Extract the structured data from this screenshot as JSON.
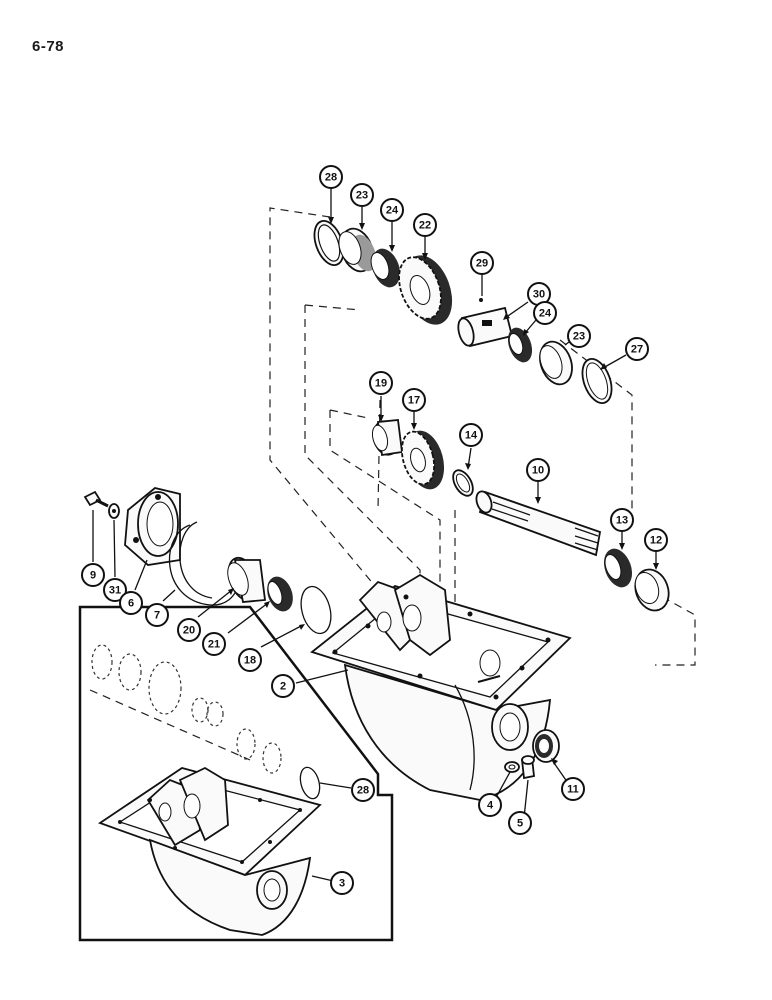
{
  "page_number": "6-78",
  "callouts": [
    {
      "id": "c28a",
      "label": "28"
    },
    {
      "id": "c23a",
      "label": "23"
    },
    {
      "id": "c24a",
      "label": "24"
    },
    {
      "id": "c22",
      "label": "22"
    },
    {
      "id": "c29",
      "label": "29"
    },
    {
      "id": "c30",
      "label": "30"
    },
    {
      "id": "c24b",
      "label": "24"
    },
    {
      "id": "c23b",
      "label": "23"
    },
    {
      "id": "c27",
      "label": "27"
    },
    {
      "id": "c19",
      "label": "19"
    },
    {
      "id": "c17",
      "label": "17"
    },
    {
      "id": "c14",
      "label": "14"
    },
    {
      "id": "c10",
      "label": "10"
    },
    {
      "id": "c13",
      "label": "13"
    },
    {
      "id": "c12",
      "label": "12"
    },
    {
      "id": "c9",
      "label": "9"
    },
    {
      "id": "c31",
      "label": "31"
    },
    {
      "id": "c6",
      "label": "6"
    },
    {
      "id": "c7",
      "label": "7"
    },
    {
      "id": "c20",
      "label": "20"
    },
    {
      "id": "c21",
      "label": "21"
    },
    {
      "id": "c18",
      "label": "18"
    },
    {
      "id": "c2",
      "label": "2"
    },
    {
      "id": "c28b",
      "label": "28"
    },
    {
      "id": "c3",
      "label": "3"
    },
    {
      "id": "c4",
      "label": "4"
    },
    {
      "id": "c5",
      "label": "5"
    },
    {
      "id": "c11",
      "label": "11"
    }
  ]
}
